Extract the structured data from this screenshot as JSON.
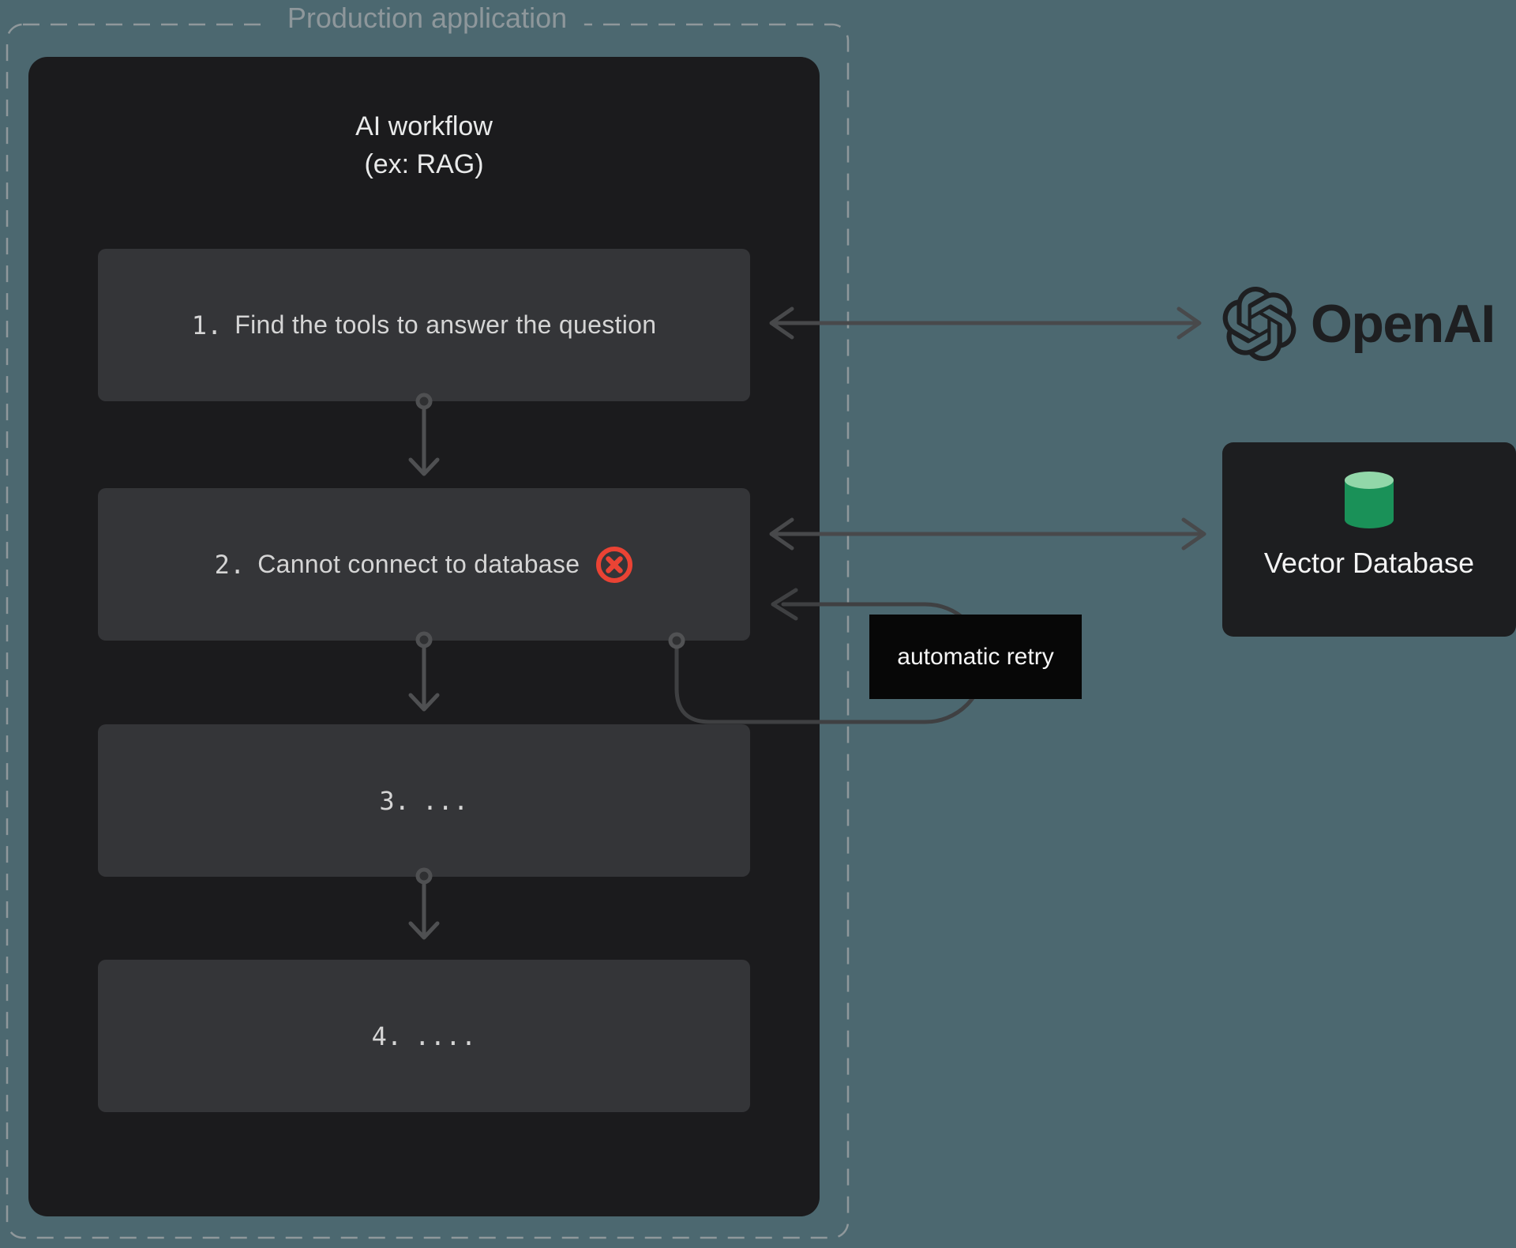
{
  "page": {
    "production_label": "Production application",
    "background_color": "#4c6870"
  },
  "workflow": {
    "title_line1": "AI workflow",
    "title_line2": "(ex: RAG)",
    "panel_color": "#1b1b1d",
    "step_color": "#343538",
    "steps": [
      {
        "number": "1.",
        "text": "Find the tools to answer the question",
        "error": false
      },
      {
        "number": "2.",
        "text": "Cannot connect to database",
        "error": true,
        "error_icon": "circle-x-error-icon",
        "error_color": "#ea4334"
      },
      {
        "number": "3.",
        "text": "...",
        "error": false
      },
      {
        "number": "4.",
        "text": "....",
        "error": false
      }
    ]
  },
  "annotations": {
    "retry_label": "automatic retry",
    "retry_chip_color": "#070707"
  },
  "services": {
    "openai": {
      "name": "OpenAI",
      "icon": "openai-logo-icon",
      "color": "#1e1f21"
    },
    "vector_db": {
      "name": "Vector Database",
      "icon": "database-cylinder-icon",
      "cylinder_top_color": "#92d7a9",
      "cylinder_body_color": "#1a9158"
    }
  }
}
